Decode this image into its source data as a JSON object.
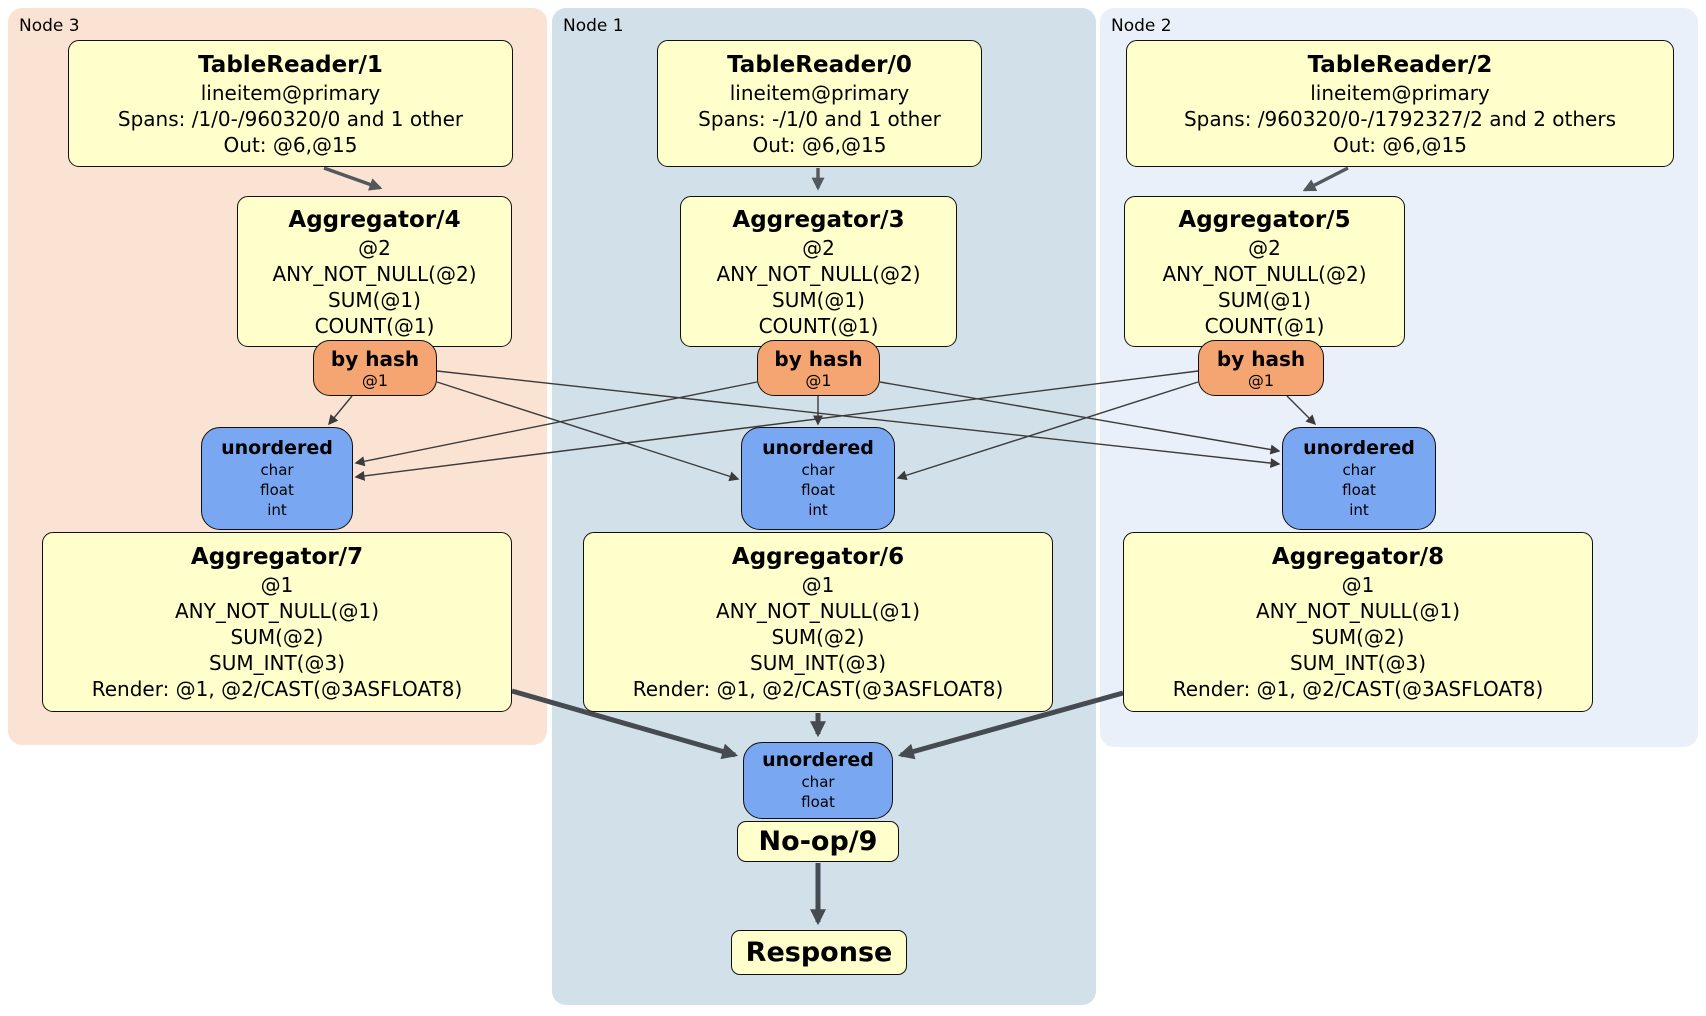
{
  "nodes": {
    "node3": {
      "label": "Node 3"
    },
    "node1": {
      "label": "Node 1"
    },
    "node2": {
      "label": "Node 2"
    }
  },
  "processors": {
    "tr1": {
      "title": "TableReader/1",
      "lines": [
        "lineitem@primary",
        "Spans: /1/0-/960320/0 and 1 other",
        "Out: @6,@15"
      ]
    },
    "tr0": {
      "title": "TableReader/0",
      "lines": [
        "lineitem@primary",
        "Spans: -/1/0 and 1 other",
        "Out: @6,@15"
      ]
    },
    "tr2": {
      "title": "TableReader/2",
      "lines": [
        "lineitem@primary",
        "Spans: /960320/0-/1792327/2 and 2 others",
        "Out: @6,@15"
      ]
    },
    "agg4": {
      "title": "Aggregator/4",
      "lines": [
        "@2",
        "ANY_NOT_NULL(@2)",
        "SUM(@1)",
        "COUNT(@1)"
      ]
    },
    "agg3": {
      "title": "Aggregator/3",
      "lines": [
        "@2",
        "ANY_NOT_NULL(@2)",
        "SUM(@1)",
        "COUNT(@1)"
      ]
    },
    "agg5": {
      "title": "Aggregator/5",
      "lines": [
        "@2",
        "ANY_NOT_NULL(@2)",
        "SUM(@1)",
        "COUNT(@1)"
      ]
    },
    "agg7": {
      "title": "Aggregator/7",
      "lines": [
        "@1",
        "ANY_NOT_NULL(@1)",
        "SUM(@2)",
        "SUM_INT(@3)",
        "Render: @1, @2/CAST(@3ASFLOAT8)"
      ]
    },
    "agg6": {
      "title": "Aggregator/6",
      "lines": [
        "@1",
        "ANY_NOT_NULL(@1)",
        "SUM(@2)",
        "SUM_INT(@3)",
        "Render: @1, @2/CAST(@3ASFLOAT8)"
      ]
    },
    "agg8": {
      "title": "Aggregator/8",
      "lines": [
        "@1",
        "ANY_NOT_NULL(@1)",
        "SUM(@2)",
        "SUM_INT(@3)",
        "Render: @1, @2/CAST(@3ASFLOAT8)"
      ]
    },
    "noop": {
      "title": "No-op/9"
    },
    "response": {
      "title": "Response"
    }
  },
  "routers": {
    "r3": {
      "title": "by hash",
      "lines": [
        "@1"
      ]
    },
    "r1": {
      "title": "by hash",
      "lines": [
        "@1"
      ]
    },
    "r2": {
      "title": "by hash",
      "lines": [
        "@1"
      ]
    }
  },
  "syncs": {
    "u3": {
      "title": "unordered",
      "lines": [
        "char",
        "float",
        "int"
      ]
    },
    "u1": {
      "title": "unordered",
      "lines": [
        "char",
        "float",
        "int"
      ]
    },
    "u2": {
      "title": "unordered",
      "lines": [
        "char",
        "float",
        "int"
      ]
    },
    "ufinal": {
      "title": "unordered",
      "lines": [
        "char",
        "float"
      ]
    }
  },
  "colors": {
    "node3_bg": "#fbe3d3",
    "node1_bg": "#d2e0e9",
    "node2_bg": "#eaf0fa",
    "processor_bg": "#ffffcc",
    "router_bg": "#f5a572",
    "sync_bg": "#79a7f2",
    "edge_thin": "#3b3b3b",
    "edge_thick": "#454b51"
  }
}
